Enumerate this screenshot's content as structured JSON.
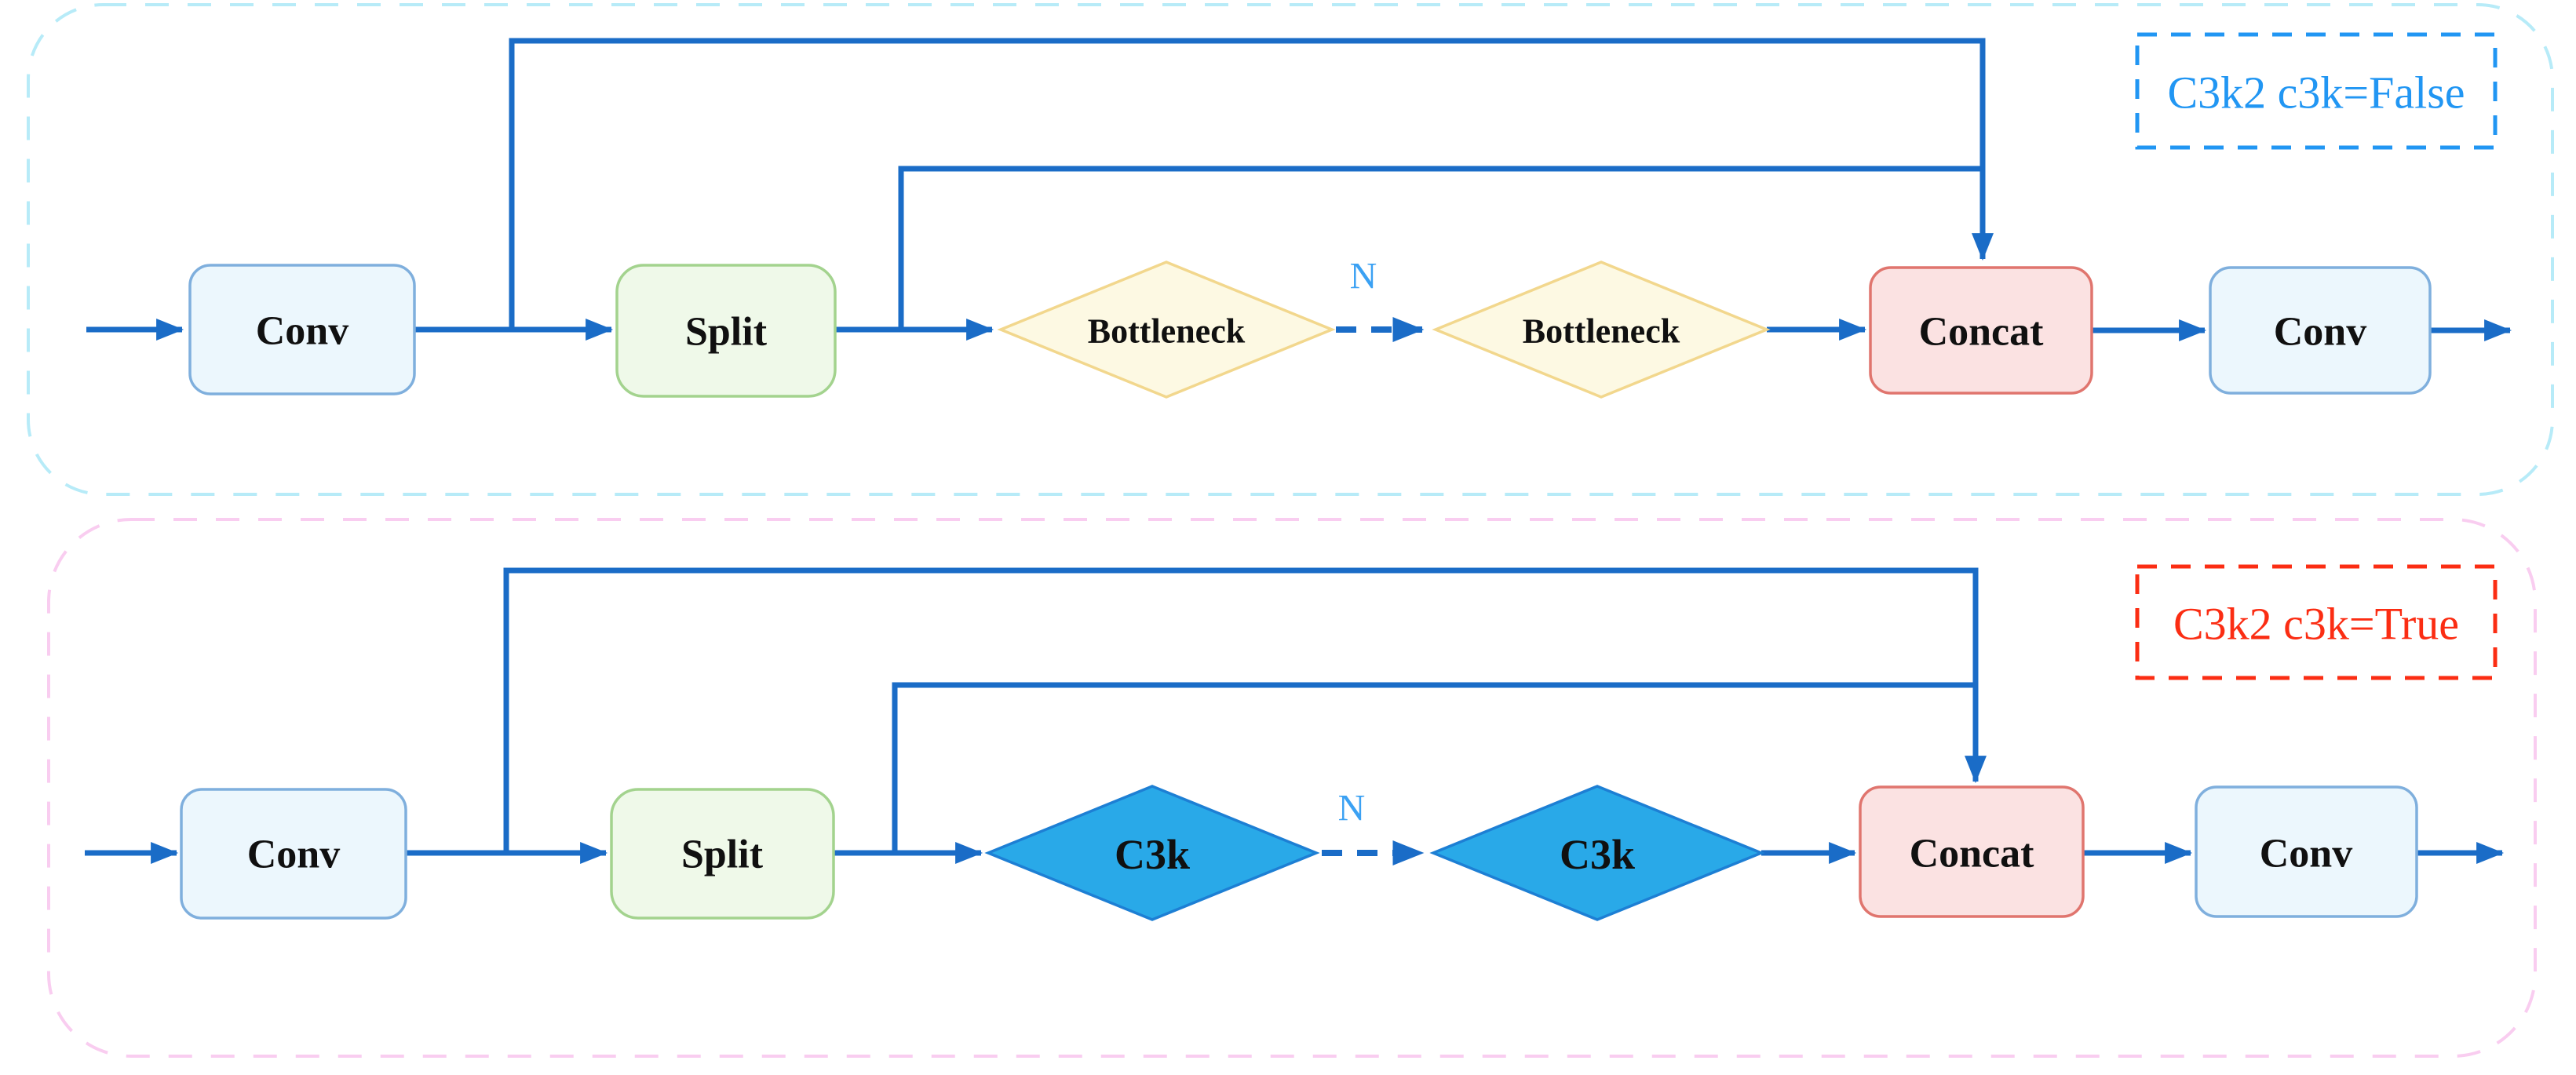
{
  "colors": {
    "edge": "#1a6cc7",
    "repeat_label": "#3ba1f3",
    "background": "#ffffff"
  },
  "panels": [
    {
      "id": "c3k-false",
      "legend": {
        "label": "C3k2 c3k=False",
        "color": "#2196f3"
      },
      "border_color": "#b7ebf8",
      "repeat_label": "N",
      "nodes": {
        "conv_in": {
          "label": "Conv",
          "fill": "#ecf7fd",
          "stroke": "#7fafdd"
        },
        "split": {
          "label": "Split",
          "fill": "#eff9e9",
          "stroke": "#a3d38e"
        },
        "block_1": {
          "label": "Bottleneck",
          "fill": "#fdf9e3",
          "stroke": "#f2d78d"
        },
        "block_2": {
          "label": "Bottleneck",
          "fill": "#fdf9e3",
          "stroke": "#f2d78d"
        },
        "concat": {
          "label": "Concat",
          "fill": "#fbe2e2",
          "stroke": "#e0756e"
        },
        "conv_out": {
          "label": "Conv",
          "fill": "#ecf7fd",
          "stroke": "#7fafdd"
        }
      }
    },
    {
      "id": "c3k-true",
      "legend": {
        "label": "C3k2 c3k=True",
        "color": "#fb2d13"
      },
      "border_color": "#f9cdf0",
      "repeat_label": "N",
      "nodes": {
        "conv_in": {
          "label": "Conv",
          "fill": "#ecf7fd",
          "stroke": "#7fafdd"
        },
        "split": {
          "label": "Split",
          "fill": "#eff9e9",
          "stroke": "#a3d38e"
        },
        "block_1": {
          "label": "C3k",
          "fill": "#29a9e8",
          "stroke": "#1d7fd4"
        },
        "block_2": {
          "label": "C3k",
          "fill": "#29a9e8",
          "stroke": "#1d7fd4"
        },
        "concat": {
          "label": "Concat",
          "fill": "#fbe2e2",
          "stroke": "#e0756e"
        },
        "conv_out": {
          "label": "Conv",
          "fill": "#ecf7fd",
          "stroke": "#7fafdd"
        }
      }
    }
  ]
}
